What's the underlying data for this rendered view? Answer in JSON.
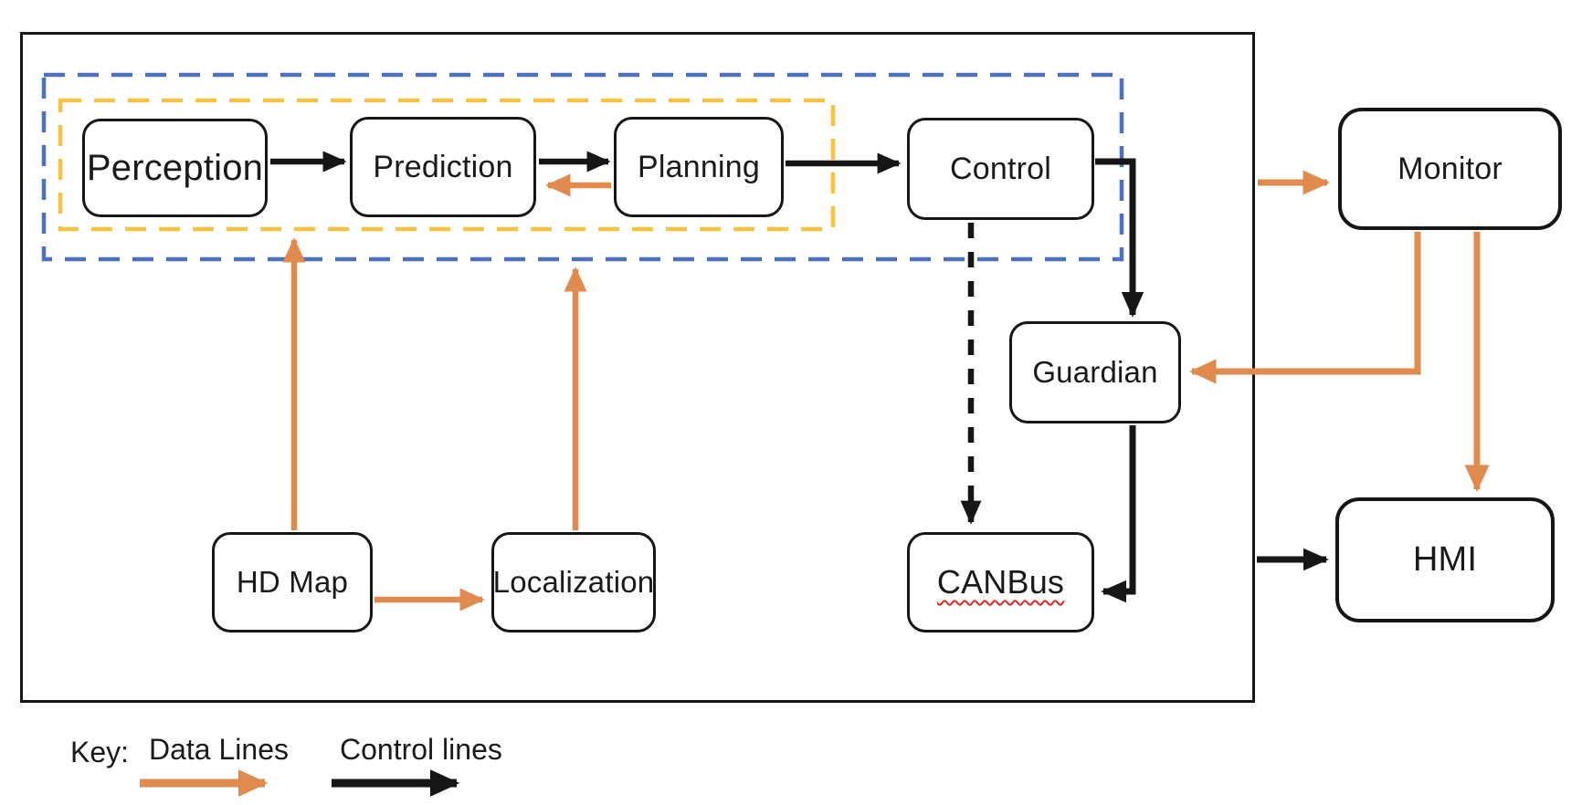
{
  "nodes": {
    "perception": {
      "label": "Perception"
    },
    "prediction": {
      "label": "Prediction"
    },
    "planning": {
      "label": "Planning"
    },
    "control": {
      "label": "Control"
    },
    "monitor": {
      "label": "Monitor"
    },
    "guardian": {
      "label": "Guardian"
    },
    "hdmap": {
      "label": "HD Map"
    },
    "localization": {
      "label": "Localization"
    },
    "canbus": {
      "label": "CANBus"
    },
    "hmi": {
      "label": "HMI"
    }
  },
  "legend": {
    "title": "Key:",
    "items": [
      {
        "label": "Data Lines",
        "color": "#E08A4D"
      },
      {
        "label": "Control lines",
        "color": "#161616"
      }
    ]
  },
  "colors": {
    "data_line": "#E08A4D",
    "control_line": "#161616",
    "blue_dashed_group": "#4D71BE",
    "yellow_dashed_group": "#F5C242",
    "canbus_spellcheck_underline": "#E02A20"
  }
}
